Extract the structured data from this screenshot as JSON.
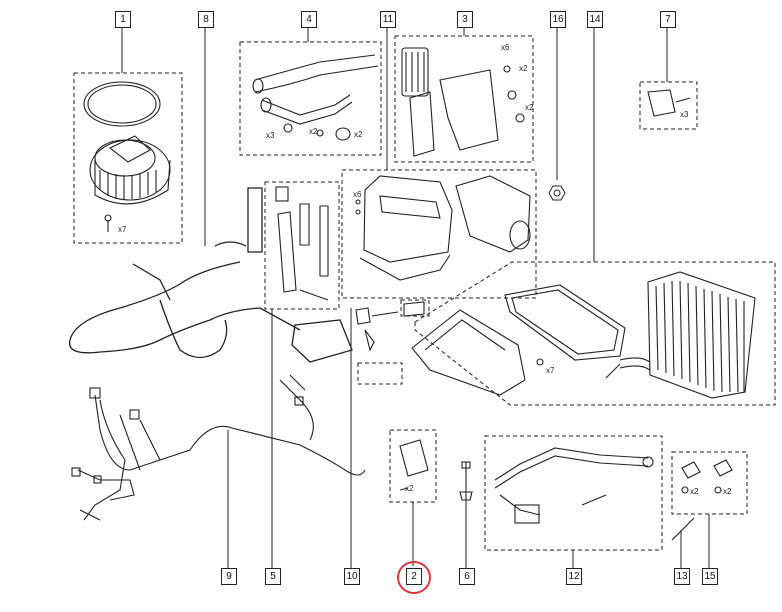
{
  "callouts": {
    "c1": "1",
    "c2": "2",
    "c3": "3",
    "c4": "4",
    "c5": "5",
    "c6": "6",
    "c7": "7",
    "c8": "8",
    "c9": "9",
    "c10": "10",
    "c11": "11",
    "c12": "12",
    "c13": "13",
    "c14": "14",
    "c15": "15",
    "c16": "16"
  },
  "quantities": {
    "p1_screws": "x7",
    "p4_a": "x3",
    "p4_b": "x2",
    "p4_c": "x2",
    "p3_a": "x6",
    "p3_b": "x2",
    "p3_c": "x2",
    "p7": "x3",
    "p11": "x6",
    "p14": "x7",
    "p2": "x2",
    "p15_a": "x2",
    "p15_b": "x2"
  },
  "highlighted_callout": "2",
  "colors": {
    "line": "#222222",
    "highlight": "#d9363e"
  }
}
